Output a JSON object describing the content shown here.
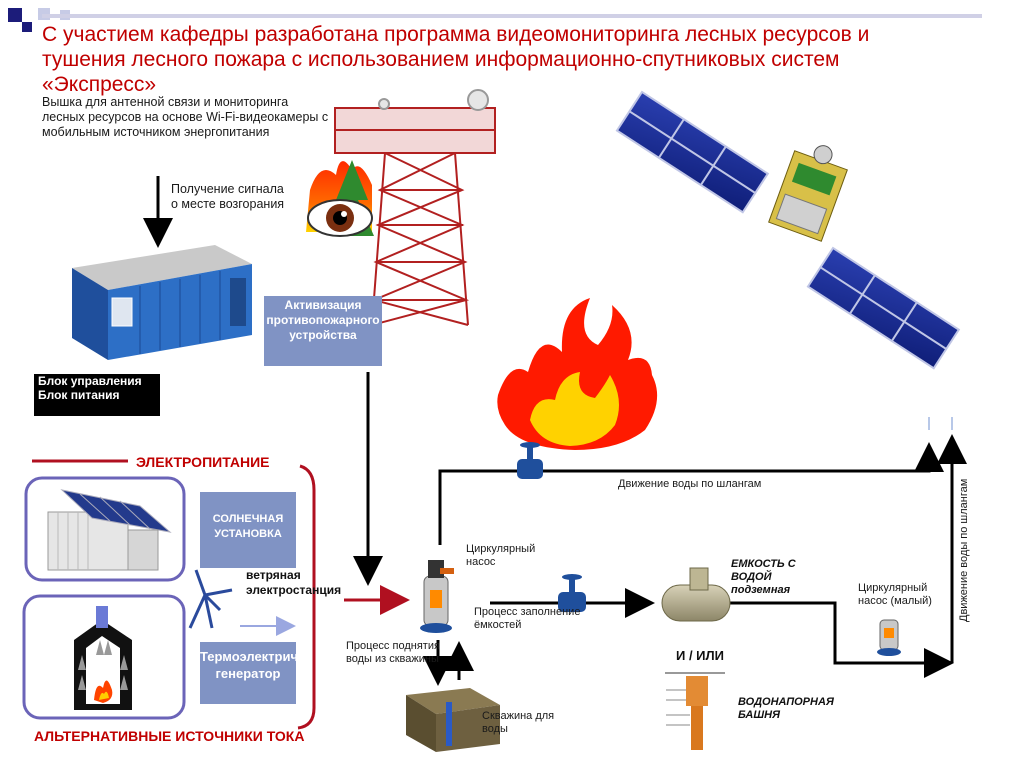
{
  "title": {
    "line1": "С участием кафедры разработана программа видеомониторинга лесных ресурсов и",
    "line2": "тушения лесного пожара  с использованием информационно-спутниковых систем",
    "line3": "«Экспресс»"
  },
  "labels": {
    "tower_desc": "Вышка для антенной связи и мониторинга лесных ресурсов на основе Wi-Fi-видеокамеры с  мобильным  источником энергопитания",
    "signal": "Получение сигнала о месте возгорания",
    "activation": "Активизация противопожарного устройства",
    "control_block_1": "Блок управления",
    "control_block_2": "Блок питания",
    "power": "ЭЛЕКТРОПИТАНИЕ",
    "solar": "СОЛНЕЧНАЯ УСТАНОВКА",
    "wind": "ветряная электростанция",
    "thermo": "Термоэлектрический генератор",
    "alt_sources": "АЛЬТЕРНАТИВНЫЕ ИСТОЧНИКИ ТОКА",
    "water_hoses_h": "Движение воды по шлангам",
    "water_hoses_v": "Движение воды по шлангам",
    "circ_pump": "Циркулярный насос",
    "fill_process": "Процесс заполнение ёмкостей",
    "lift_process": "Процесс поднятия воды из скважины",
    "well": "Скважина для воды",
    "tank": "ЕМКОСТЬ С ВОДОЙ подземная",
    "and_or": "И / ИЛИ",
    "water_tower": "ВОДОНАПОРНАЯ БАШНЯ",
    "small_pump": "Циркулярный насос (малый)"
  },
  "colors": {
    "title_red": "#c00000",
    "box_blue": "#8093c4",
    "frame_purple": "#6b64b8",
    "bracket_red": "#b01020"
  }
}
